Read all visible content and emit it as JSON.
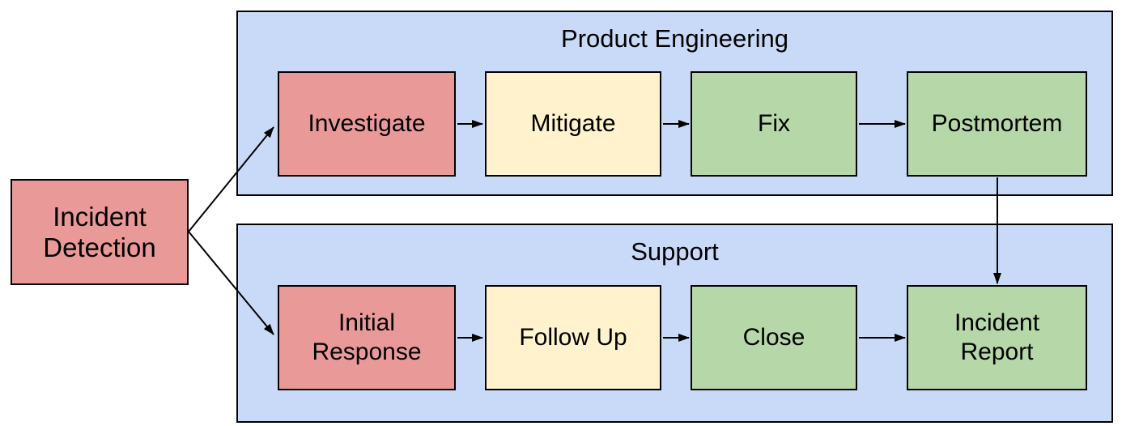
{
  "diagram_type": "flowchart-swimlane",
  "palette": {
    "background": "#FFFFFF",
    "lane_fill": "#C9DAF8",
    "stage_red": "#EA9999",
    "stage_yellow": "#FFF2CC",
    "stage_green": "#B6D7A8",
    "border": "#000000",
    "arrow": "#000000",
    "text": "#000000"
  },
  "nodes": {
    "incident_detection": {
      "label": "Incident\nDetection",
      "color": "#EA9999"
    }
  },
  "lanes": [
    {
      "title": "Product Engineering",
      "fill": "#C9DAF8",
      "nodes": [
        {
          "label": "Investigate",
          "color": "#EA9999"
        },
        {
          "label": "Mitigate",
          "color": "#FFF2CC"
        },
        {
          "label": "Fix",
          "color": "#B6D7A8"
        },
        {
          "label": "Postmortem",
          "color": "#B6D7A8"
        }
      ]
    },
    {
      "title": "Support",
      "fill": "#C9DAF8",
      "nodes": [
        {
          "label": "Initial\nResponse",
          "color": "#EA9999"
        },
        {
          "label": "Follow Up",
          "color": "#FFF2CC"
        },
        {
          "label": "Close",
          "color": "#B6D7A8"
        },
        {
          "label": "Incident\nReport",
          "color": "#B6D7A8"
        }
      ]
    }
  ],
  "edges": [
    {
      "from": "Incident Detection",
      "to": "Investigate"
    },
    {
      "from": "Incident Detection",
      "to": "Initial Response"
    },
    {
      "from": "Investigate",
      "to": "Mitigate"
    },
    {
      "from": "Mitigate",
      "to": "Fix"
    },
    {
      "from": "Fix",
      "to": "Postmortem"
    },
    {
      "from": "Postmortem",
      "to": "Incident Report"
    },
    {
      "from": "Initial Response",
      "to": "Follow Up"
    },
    {
      "from": "Follow Up",
      "to": "Close"
    },
    {
      "from": "Close",
      "to": "Incident Report"
    }
  ]
}
